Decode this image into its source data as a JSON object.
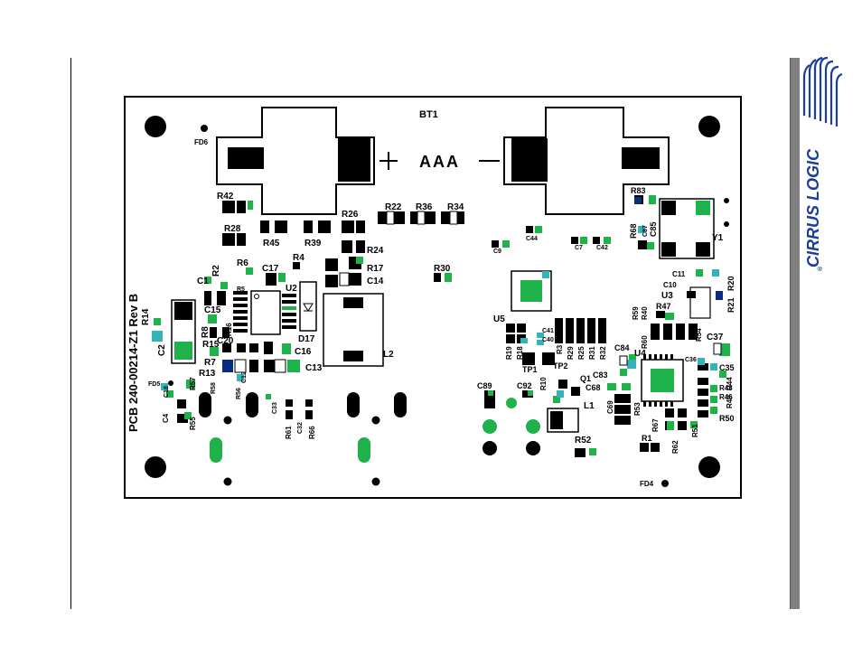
{
  "board": {
    "battery_label": "BT1",
    "battery_text": "AAA",
    "plus_sign": "+",
    "minus_sign": "—",
    "pcb_label": "PCB 240-00214-Z1 Rev B",
    "fiducials": [
      "FD6",
      "FD5",
      "FD4"
    ],
    "refdes_large": [
      "R42",
      "R28",
      "R45",
      "R39",
      "R26",
      "R24",
      "R22",
      "R36",
      "R34",
      "R4",
      "R6",
      "R17",
      "R14",
      "R30",
      "C14",
      "C17",
      "C13",
      "C16",
      "C15",
      "C20",
      "C2",
      "C1",
      "R2",
      "R5",
      "R8",
      "R16",
      "R15",
      "R7",
      "R13",
      "U2",
      "D17",
      "L2",
      "U5",
      "R19",
      "R18",
      "R3",
      "R29",
      "R25",
      "R31",
      "R32",
      "TP1",
      "TP2",
      "Q1",
      "C83",
      "C68",
      "C89",
      "C92",
      "R10",
      "L1",
      "R52",
      "R83",
      "R68",
      "C85",
      "Y1",
      "U3",
      "C10",
      "C11",
      "R20",
      "R21",
      "R59",
      "R40",
      "R47",
      "R60",
      "R54",
      "C37",
      "C84",
      "U4",
      "C35",
      "R44",
      "R43",
      "R46",
      "R49",
      "R50",
      "C69",
      "R53",
      "R67",
      "R51",
      "R1",
      "R62",
      "R57",
      "R55",
      "R61",
      "R66"
    ],
    "refdes_small": [
      "C44",
      "C9",
      "C7",
      "C42",
      "C87",
      "C41",
      "C40",
      "C36",
      "C18",
      "C4",
      "R58",
      "R56",
      "C12",
      "C33",
      "C32"
    ]
  },
  "logo": {
    "company": "CIRRUS LOGIC",
    "registered": "®"
  },
  "colors": {
    "copper_pad": "#000000",
    "solder_green": "#1fb24a",
    "teal": "#35b3b8",
    "navy": "#0b2b80",
    "logo_blue": "#1a3d9e",
    "sidebar_gray": "#808080"
  }
}
